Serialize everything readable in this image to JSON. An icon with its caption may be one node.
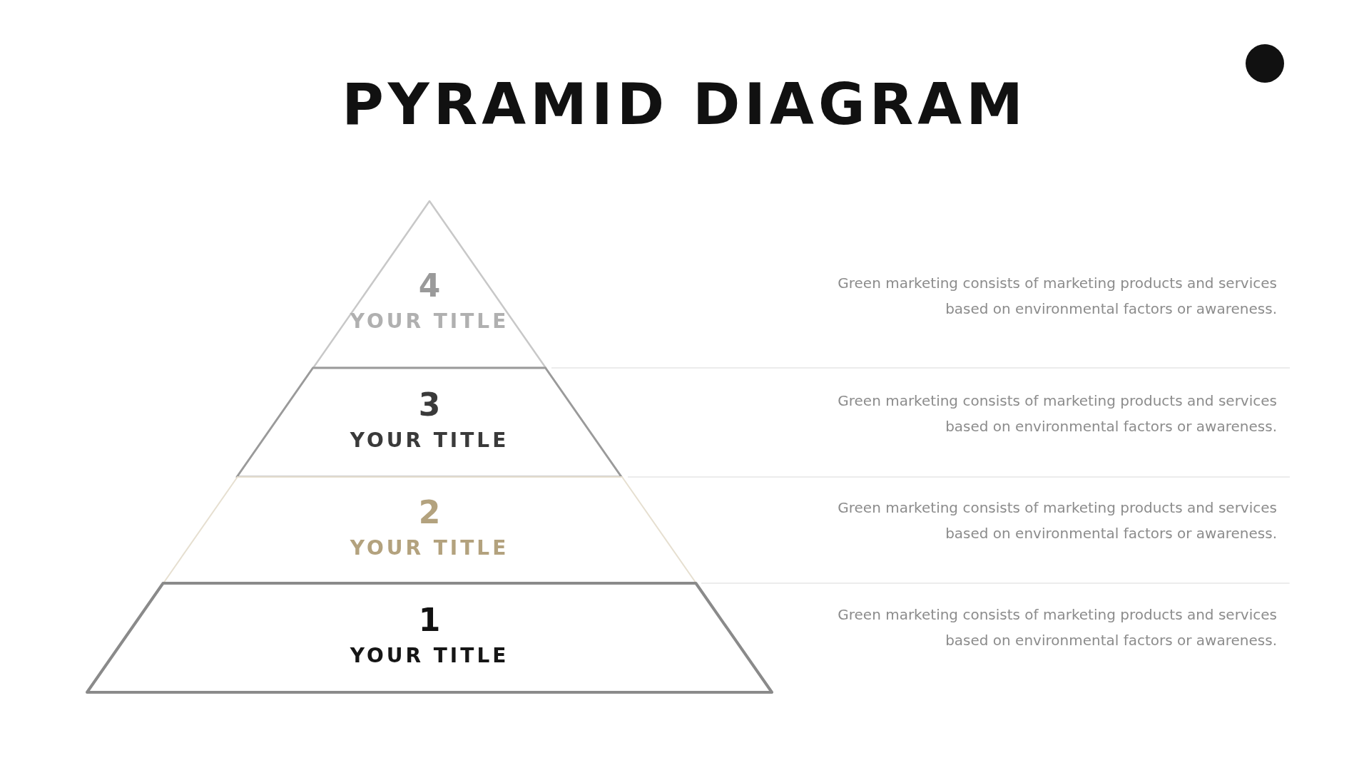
{
  "diagram": {
    "title": "PYRAMID DIAGRAM",
    "nodes": [
      {
        "text": [
          "4",
          "YOUR TITLE"
        ]
      },
      {
        "text": [
          "3",
          "YOUR TITLE"
        ]
      },
      {
        "text": [
          "2",
          "YOUR TITLE"
        ]
      },
      {
        "text": [
          "1",
          "YOUR TITLE"
        ]
      }
    ],
    "labels": [
      "Green marketing consists of marketing products and services based on environmental factors or awareness.",
      "Green marketing consists of marketing products and services based on environmental factors or awareness.",
      "Green marketing consists of marketing products and services based on environmental factors or awareness.",
      "Green marketing consists of marketing products and services based on environmental factors or awareness."
    ]
  }
}
